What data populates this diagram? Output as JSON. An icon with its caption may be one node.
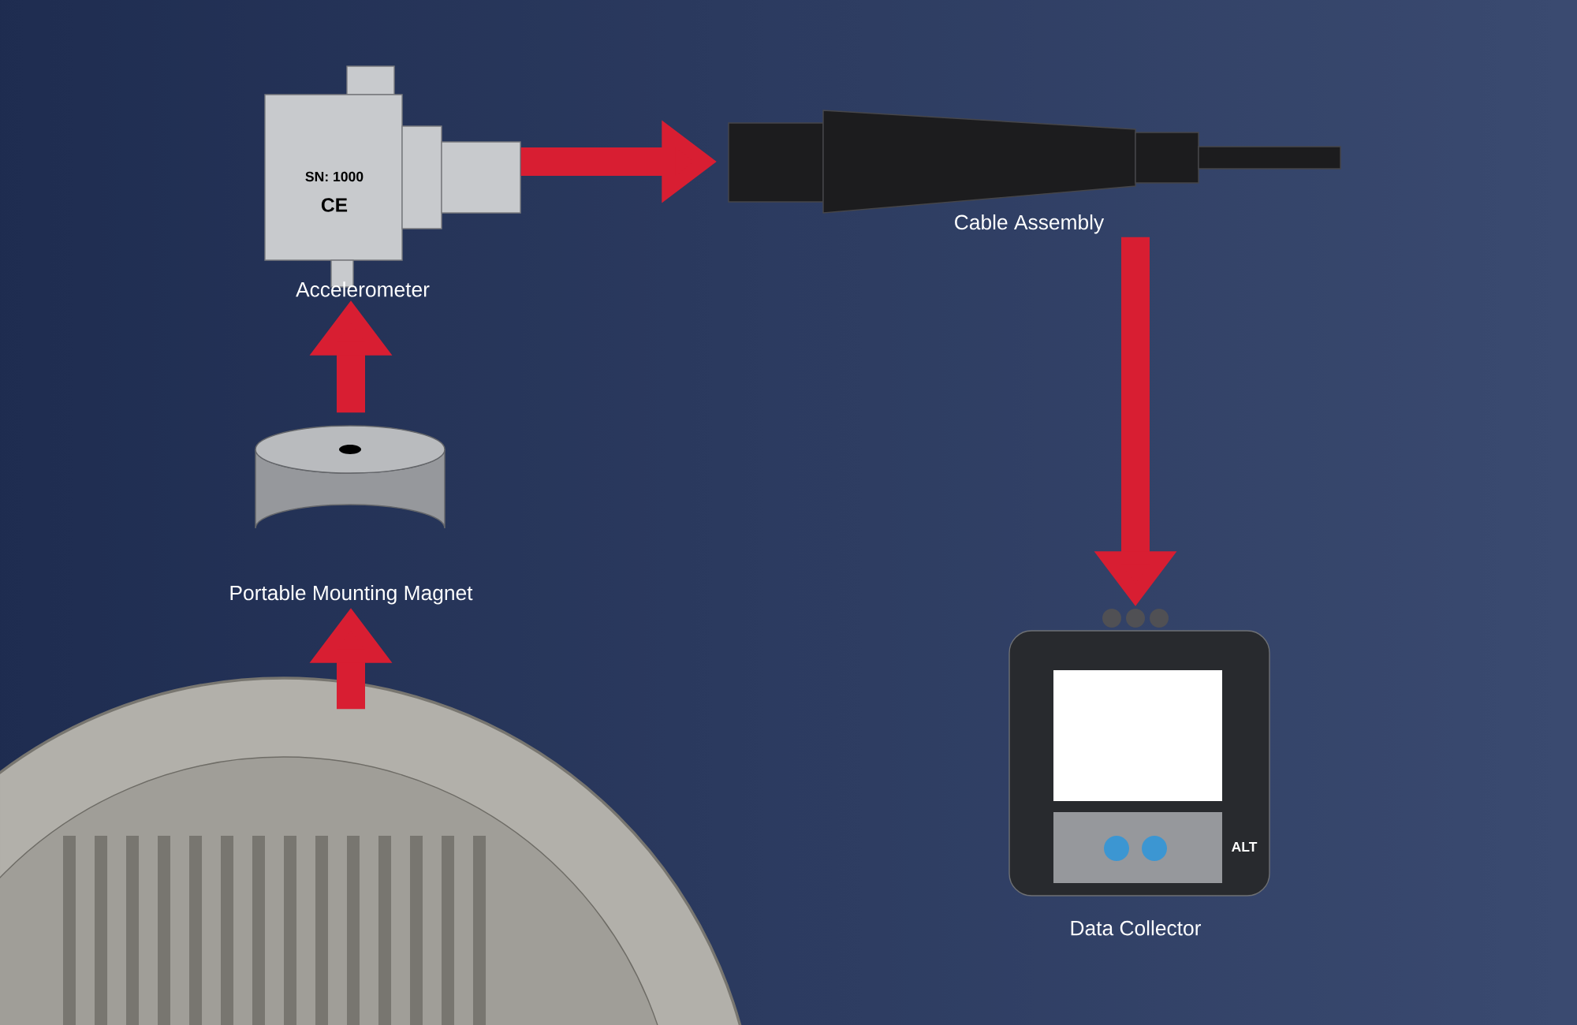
{
  "diagram": {
    "nodes": [
      {
        "text": [
          "Accelerometer"
        ]
      },
      {
        "text": [
          "Cable Assembly"
        ]
      },
      {
        "text": [
          "Portable Mounting Magnet"
        ]
      },
      {
        "text": [
          "Data Collector"
        ]
      },
      {
        "text": [],
        "shape": "picture"
      }
    ],
    "edges": [
      {
        "from": 4,
        "to": 2,
        "arrow": "to"
      },
      {
        "from": 2,
        "to": 0,
        "arrow": "to"
      },
      {
        "from": 0,
        "to": 1,
        "arrow": "to"
      },
      {
        "from": 1,
        "to": 3,
        "arrow": "to"
      }
    ],
    "labels": [
      "SN: 1000",
      "CE",
      "ALT"
    ]
  }
}
